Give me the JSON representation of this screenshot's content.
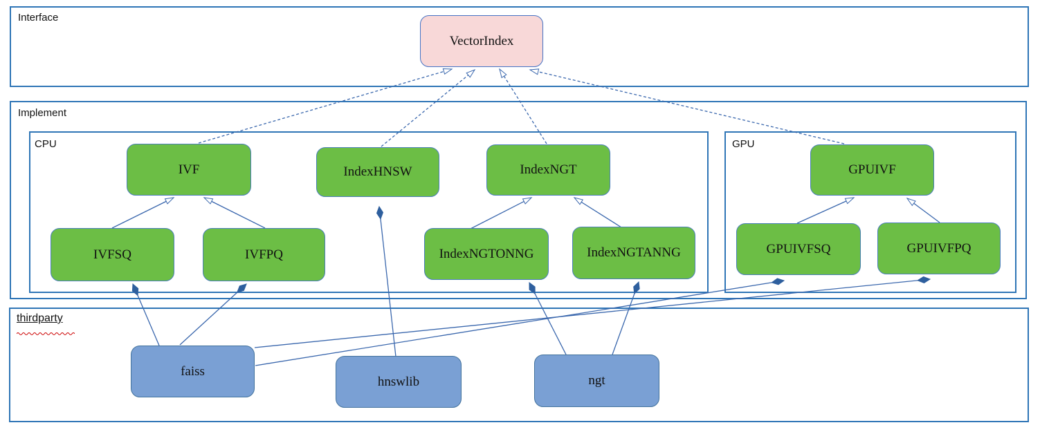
{
  "sections": {
    "interface": {
      "label": "Interface"
    },
    "implement": {
      "label": "Implement"
    },
    "cpu": {
      "label": "CPU"
    },
    "gpu": {
      "label": "GPU"
    },
    "thirdparty": {
      "label": "thirdparty"
    }
  },
  "nodes": {
    "vectorindex": {
      "label": "VectorIndex",
      "kind": "interface"
    },
    "ivf": {
      "label": "IVF",
      "kind": "cpu"
    },
    "indexhnsw": {
      "label": "IndexHNSW",
      "kind": "cpu"
    },
    "indexngt": {
      "label": "IndexNGT",
      "kind": "cpu"
    },
    "ivfsq": {
      "label": "IVFSQ",
      "kind": "cpu"
    },
    "ivfpq": {
      "label": "IVFPQ",
      "kind": "cpu"
    },
    "indexngtonng": {
      "label": "IndexNGTONNG",
      "kind": "cpu"
    },
    "indexngtanng": {
      "label": "IndexNGTANNG",
      "kind": "cpu"
    },
    "gpuivf": {
      "label": "GPUIVF",
      "kind": "gpu"
    },
    "gpuivfsq": {
      "label": "GPUIVFSQ",
      "kind": "gpu"
    },
    "gpuivfpq": {
      "label": "GPUIVFPQ",
      "kind": "gpu"
    },
    "faiss": {
      "label": "faiss",
      "kind": "thirdparty"
    },
    "hnswlib": {
      "label": "hnswlib",
      "kind": "thirdparty"
    },
    "ngt": {
      "label": "ngt",
      "kind": "thirdparty"
    }
  },
  "edges": [
    {
      "from": "ivf",
      "to": "vectorindex",
      "type": "realization"
    },
    {
      "from": "indexhnsw",
      "to": "vectorindex",
      "type": "realization"
    },
    {
      "from": "indexngt",
      "to": "vectorindex",
      "type": "realization"
    },
    {
      "from": "gpuivf",
      "to": "vectorindex",
      "type": "realization"
    },
    {
      "from": "ivfsq",
      "to": "ivf",
      "type": "inheritance"
    },
    {
      "from": "ivfpq",
      "to": "ivf",
      "type": "inheritance"
    },
    {
      "from": "indexngtonng",
      "to": "indexngt",
      "type": "inheritance"
    },
    {
      "from": "indexngtanng",
      "to": "indexngt",
      "type": "inheritance"
    },
    {
      "from": "gpuivfsq",
      "to": "gpuivf",
      "type": "inheritance"
    },
    {
      "from": "gpuivfpq",
      "to": "gpuivf",
      "type": "inheritance"
    },
    {
      "from": "hnswlib",
      "to": "indexhnsw",
      "type": "composition"
    },
    {
      "from": "faiss",
      "to": "ivfsq",
      "type": "composition"
    },
    {
      "from": "faiss",
      "to": "ivfpq",
      "type": "composition"
    },
    {
      "from": "ngt",
      "to": "indexngtonng",
      "type": "composition"
    },
    {
      "from": "ngt",
      "to": "indexngtanng",
      "type": "composition"
    },
    {
      "from": "faiss",
      "to": "gpuivfsq",
      "type": "composition"
    },
    {
      "from": "faiss",
      "to": "gpuivfpq",
      "type": "composition"
    }
  ],
  "colors": {
    "interface_node": "#f8d8d8",
    "implement_node": "#6cbe45",
    "thirdparty_node": "#7aa0d4",
    "edge_line": "#3a67ad",
    "section_border": "#2e75b6",
    "spellcheck_underline": "#cc0000"
  }
}
